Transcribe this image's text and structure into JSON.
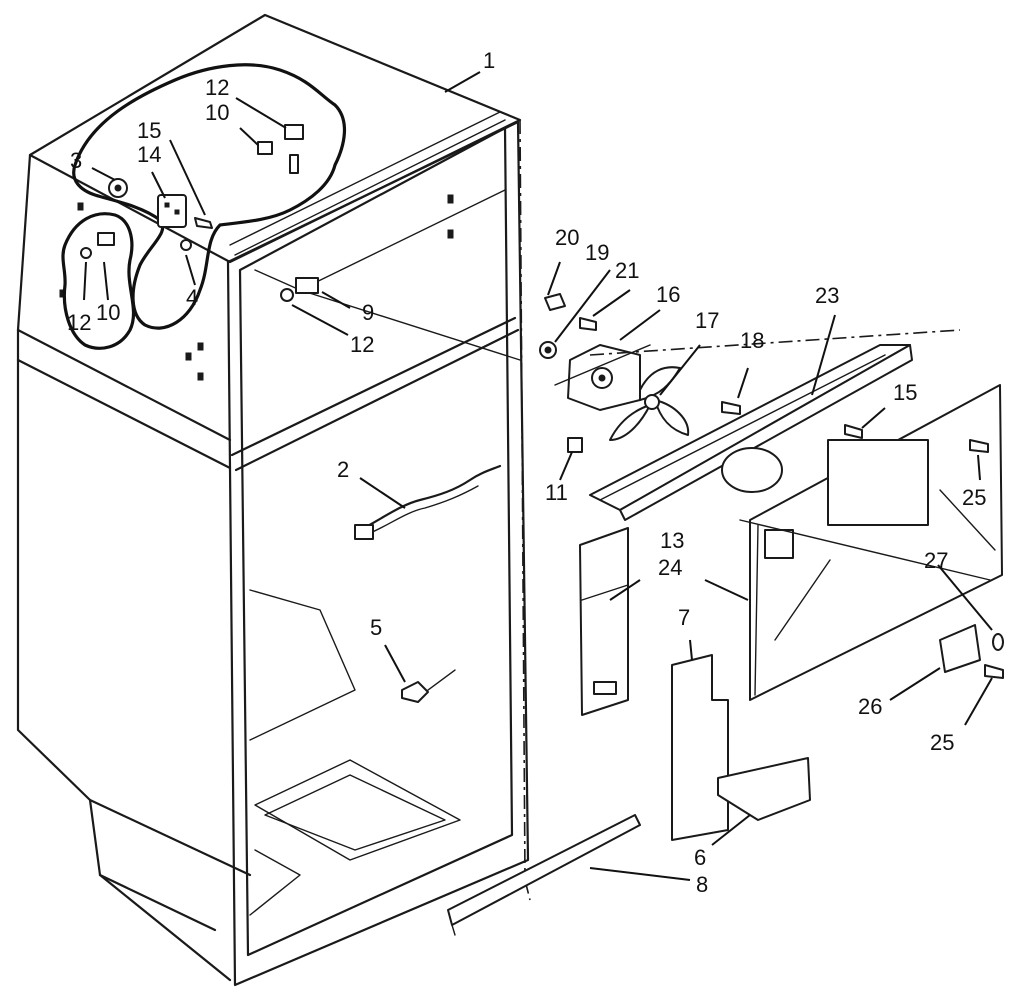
{
  "diagram": {
    "callouts": [
      {
        "id": "c1",
        "text": "1"
      },
      {
        "id": "c2",
        "text": "2"
      },
      {
        "id": "c3",
        "text": "3"
      },
      {
        "id": "c4",
        "text": "4"
      },
      {
        "id": "c5",
        "text": "5"
      },
      {
        "id": "c6",
        "text": "6"
      },
      {
        "id": "c7",
        "text": "7"
      },
      {
        "id": "c8",
        "text": "8"
      },
      {
        "id": "c9",
        "text": "9"
      },
      {
        "id": "c10a",
        "text": "10"
      },
      {
        "id": "c10b",
        "text": "10"
      },
      {
        "id": "c11",
        "text": "11"
      },
      {
        "id": "c12a",
        "text": "12"
      },
      {
        "id": "c12b",
        "text": "12"
      },
      {
        "id": "c12c",
        "text": "12"
      },
      {
        "id": "c13",
        "text": "13"
      },
      {
        "id": "c14",
        "text": "14"
      },
      {
        "id": "c15a",
        "text": "15"
      },
      {
        "id": "c15b",
        "text": "15"
      },
      {
        "id": "c16",
        "text": "16"
      },
      {
        "id": "c17",
        "text": "17"
      },
      {
        "id": "c18",
        "text": "18"
      },
      {
        "id": "c19",
        "text": "19"
      },
      {
        "id": "c20",
        "text": "20"
      },
      {
        "id": "c21",
        "text": "21"
      },
      {
        "id": "c23",
        "text": "23"
      },
      {
        "id": "c24",
        "text": "24"
      },
      {
        "id": "c25a",
        "text": "25"
      },
      {
        "id": "c25b",
        "text": "25"
      },
      {
        "id": "c26",
        "text": "26"
      },
      {
        "id": "c27",
        "text": "27"
      }
    ]
  }
}
